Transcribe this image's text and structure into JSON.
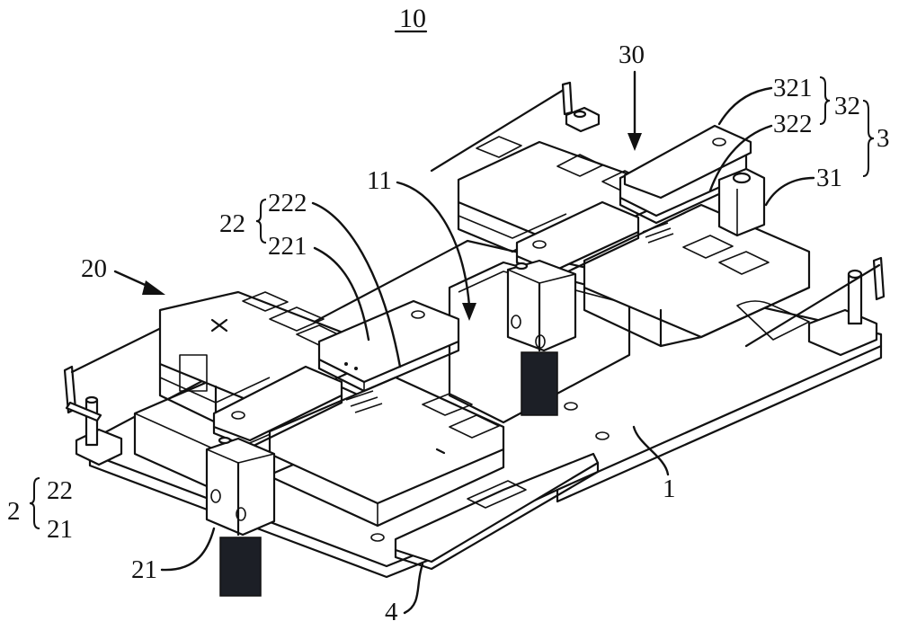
{
  "figure": {
    "number": "10",
    "number_underlined": true,
    "description": "Isometric patent line drawing of a fixture assembly with two clamp units on a base plate"
  },
  "labels": {
    "assembly_30": "30",
    "part_321": "321",
    "part_322": "322",
    "group_32": "32",
    "group_3": "3",
    "part_31": "31",
    "opening_11": "11",
    "group_22": "22",
    "part_222": "222",
    "part_221": "221",
    "assembly_20": "20",
    "base_1": "1",
    "group_2": "2",
    "group_2_member_22": "22",
    "group_2_member_21": "21",
    "part_21": "21",
    "part_4": "4"
  },
  "groupings": [
    {
      "parent": "32",
      "members": [
        "321",
        "322"
      ]
    },
    {
      "parent": "3",
      "members": [
        "32",
        "31"
      ]
    },
    {
      "parent": "22",
      "members": [
        "222",
        "221"
      ]
    },
    {
      "parent": "2",
      "members": [
        "22",
        "21"
      ]
    }
  ],
  "colors": {
    "line": "#111111",
    "background": "#ffffff",
    "cylinder_fill": "#1c1f26"
  }
}
